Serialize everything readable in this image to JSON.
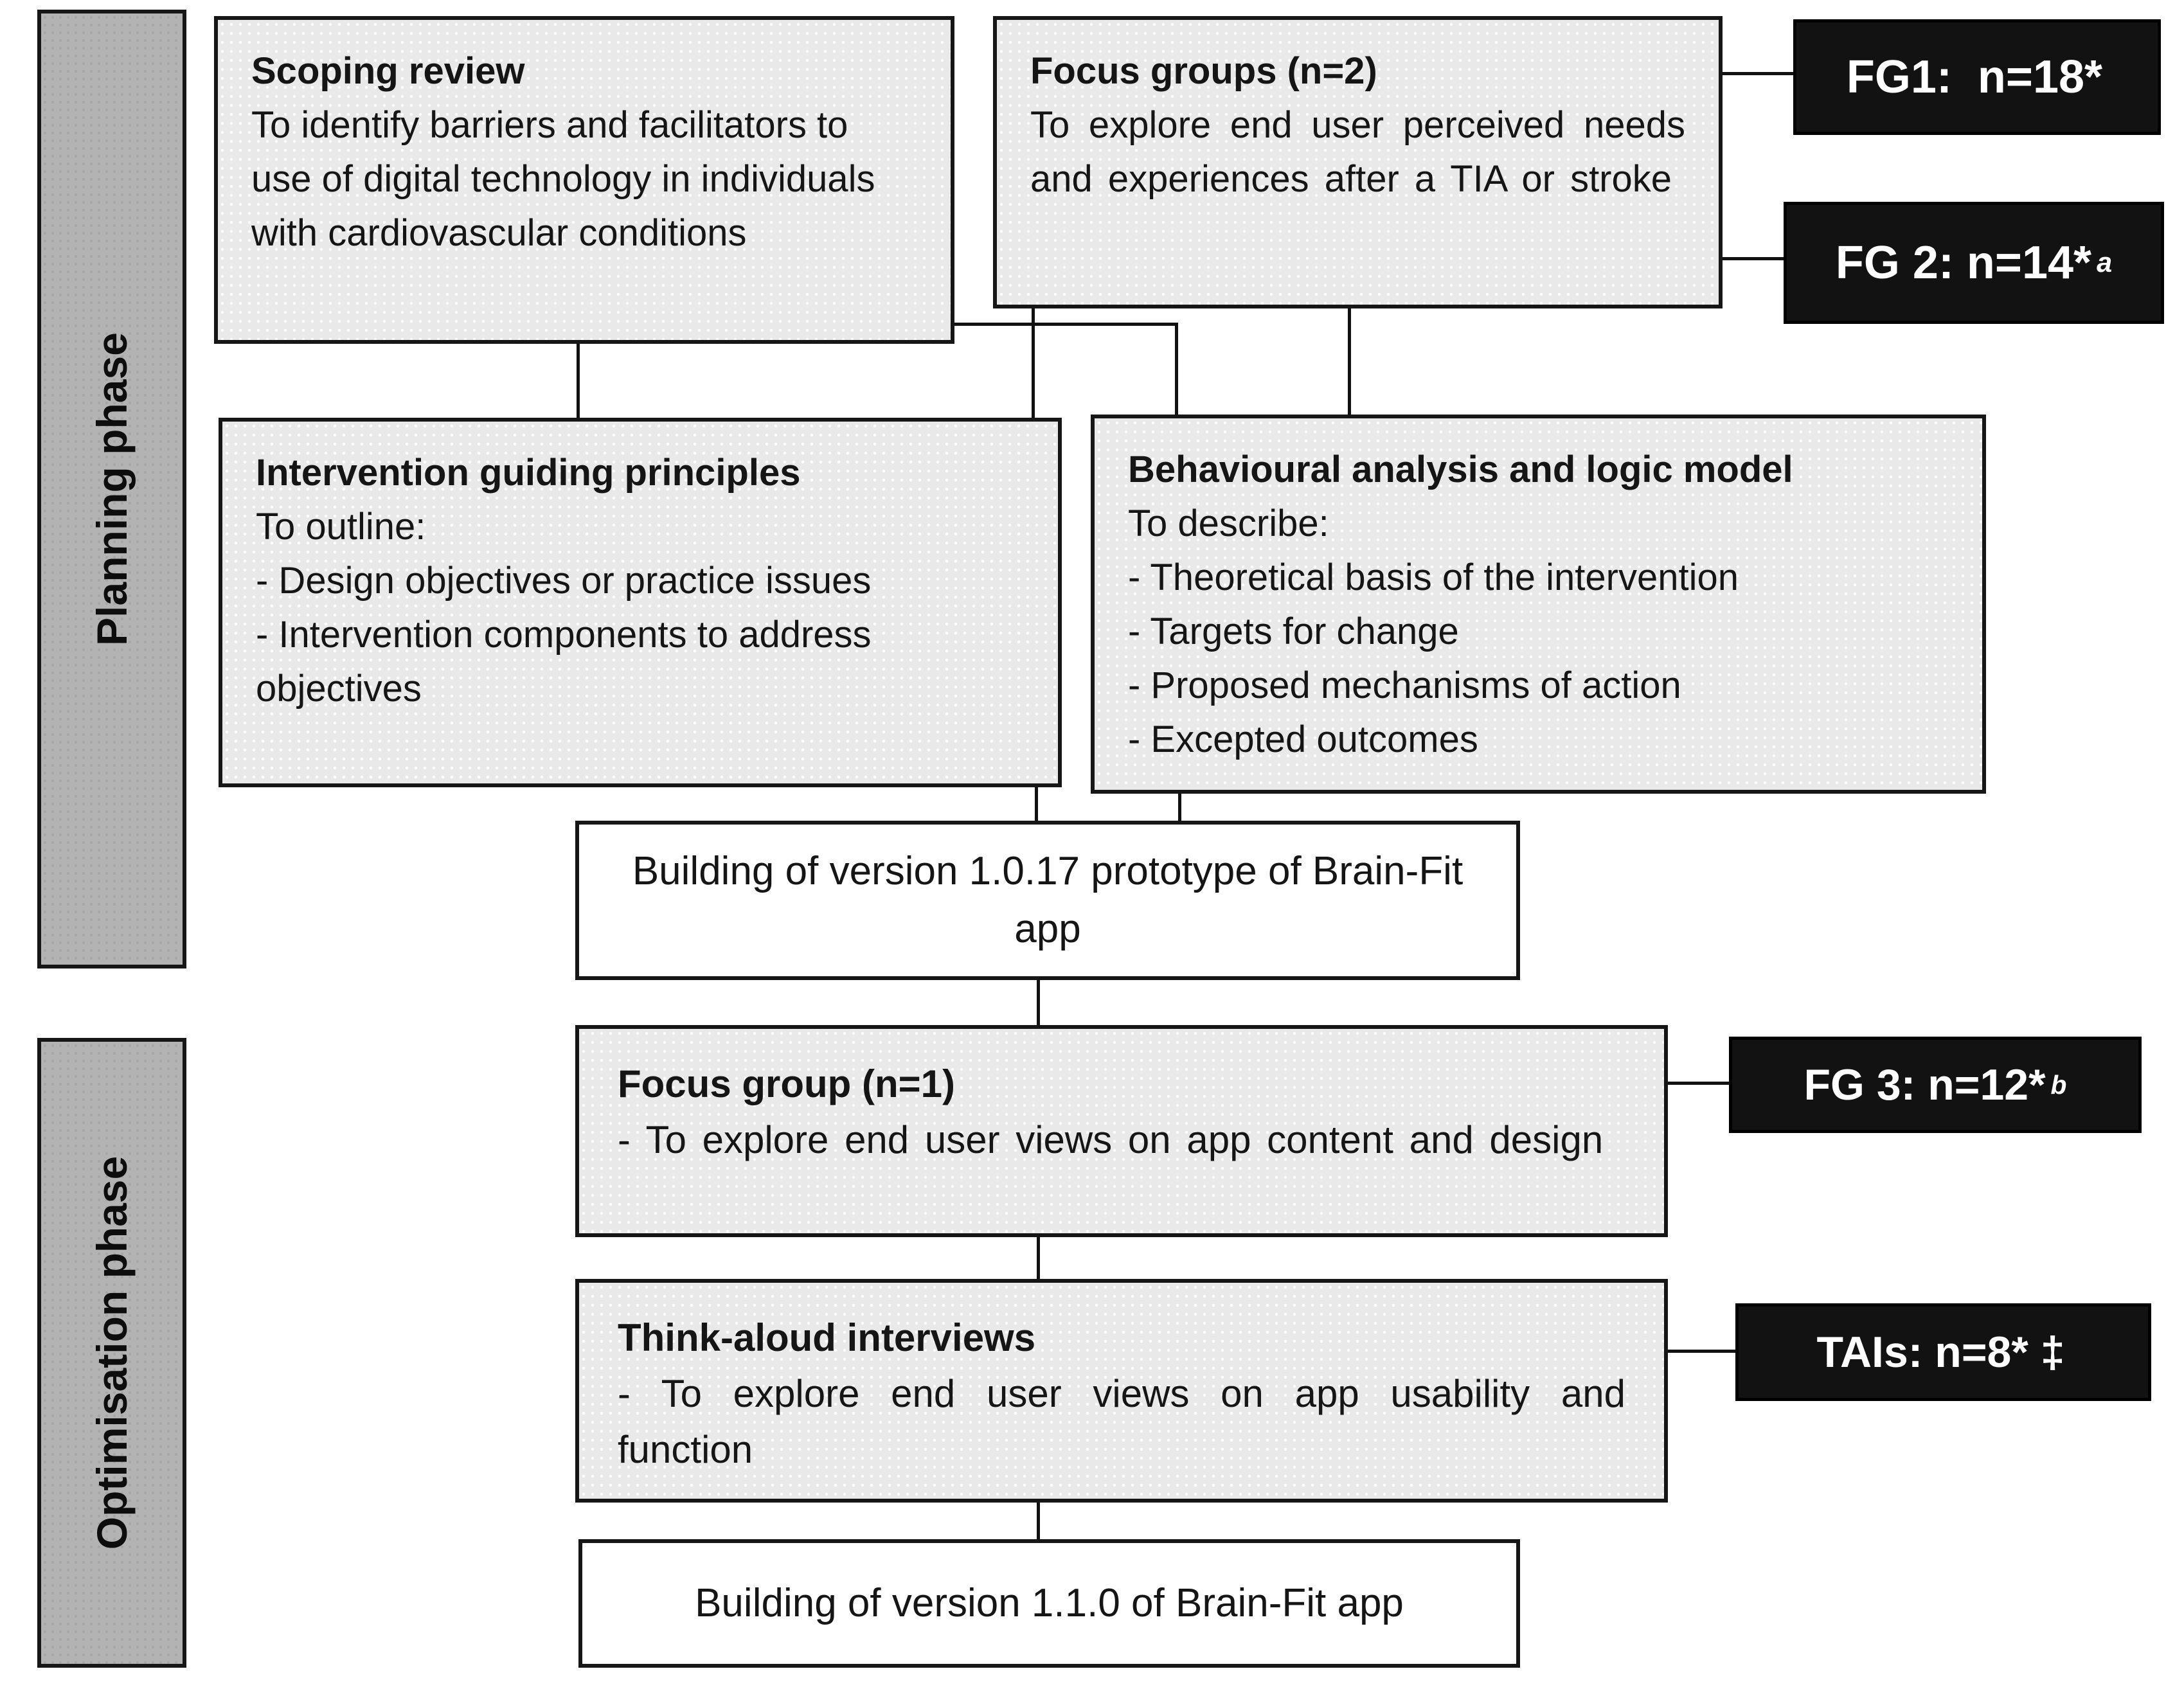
{
  "figure": {
    "phases": {
      "planning": "Planning phase",
      "optimisation": "Optimisation phase"
    },
    "boxes": {
      "scoping": {
        "title": "Scoping review",
        "body": "To identify barriers and facilitators to use of digital technology in individuals with cardiovascular conditions"
      },
      "focus_groups": {
        "title": "Focus groups (n=2)",
        "body": "To explore end user perceived needs and experiences after a TIA or stroke"
      },
      "intervention": {
        "title": "Intervention guiding principles",
        "lead": "To outline:",
        "bullets": [
          "- Design objectives or practice issues",
          "- Intervention components to address objectives"
        ]
      },
      "behavioural": {
        "title": "Behavioural analysis and logic model",
        "lead": "To describe:",
        "bullets": [
          "- Theoretical basis of the intervention",
          "- Targets for change",
          "- Proposed mechanisms of action",
          "- Excepted outcomes"
        ]
      },
      "building_prototype": {
        "text": "Building of version 1.0.17 prototype of Brain-Fit app"
      },
      "focus_group_1": {
        "title": "Focus group (n=1)",
        "body": "- To explore end user views on app content and design"
      },
      "think_aloud": {
        "title": "Think-aloud interviews",
        "body": "- To explore end user views on app usability and function"
      },
      "building_v110": {
        "text": "Building of version 1.1.0 of Brain-Fit app"
      }
    },
    "labels": {
      "fg1": {
        "text": "FG1:  n=18*",
        "sup": ""
      },
      "fg2": {
        "text": "FG 2: n=14*",
        "sup": "a"
      },
      "fg3": {
        "text": "FG 3: n=12*",
        "sup": "b"
      },
      "tais": {
        "text": "TAIs: n=8* ‡",
        "sup": ""
      }
    },
    "colors": {
      "box_fill": "#e9e9e9",
      "box_border": "#161616",
      "sidebar_fill": "#b3b3b3",
      "label_bg": "#121212",
      "label_text": "#ffffff",
      "connector": "#111111",
      "white_box_fill": "#ffffff"
    }
  }
}
